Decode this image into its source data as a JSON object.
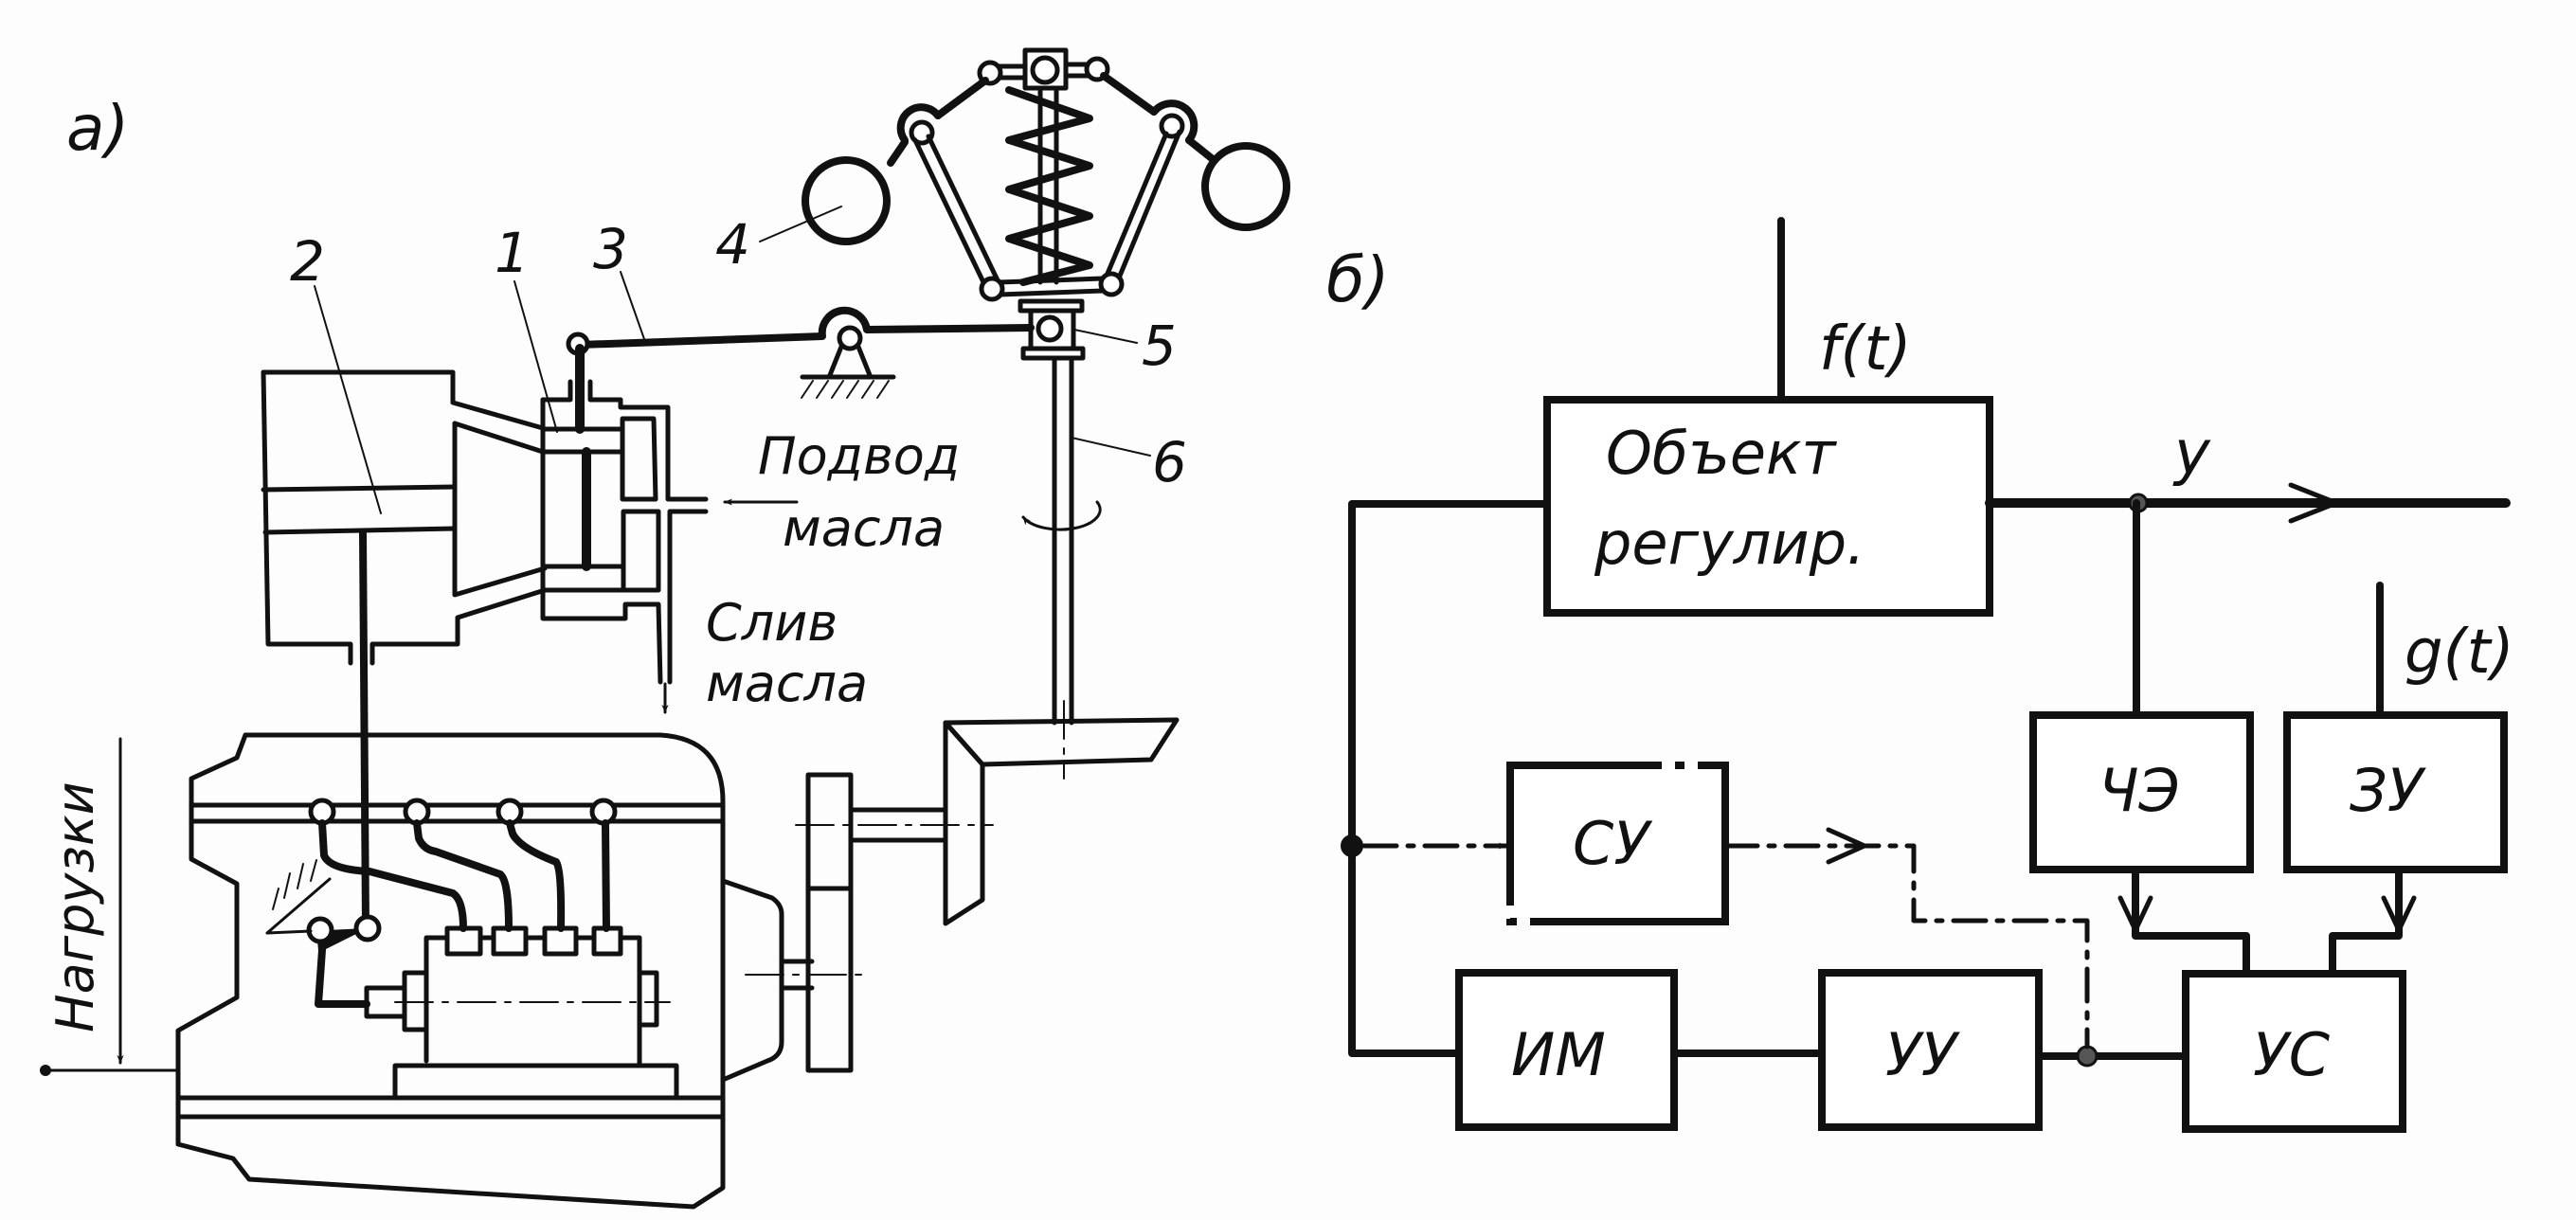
{
  "figure": {
    "part_a": {
      "label": "а)",
      "callouts": [
        "1",
        "2",
        "3",
        "4",
        "5",
        "6"
      ],
      "oil_supply": [
        "Подвод",
        "масла"
      ],
      "oil_drain": [
        "Слив",
        "масла"
      ],
      "load": "Нагрузки"
    },
    "part_b": {
      "label": "б)",
      "disturbance": "f(t)",
      "setpoint": "g(t)",
      "output": "y",
      "blocks": {
        "plant": [
          "Объект",
          "регулир."
        ],
        "sensor": "ЧЭ",
        "setter": "ЗУ",
        "comparator": "УС",
        "amplifier": "УУ",
        "actuator": "ИМ",
        "corrector": "СУ"
      }
    },
    "colors": {
      "ink": "#111111",
      "paper": "#fdfdfd"
    }
  }
}
